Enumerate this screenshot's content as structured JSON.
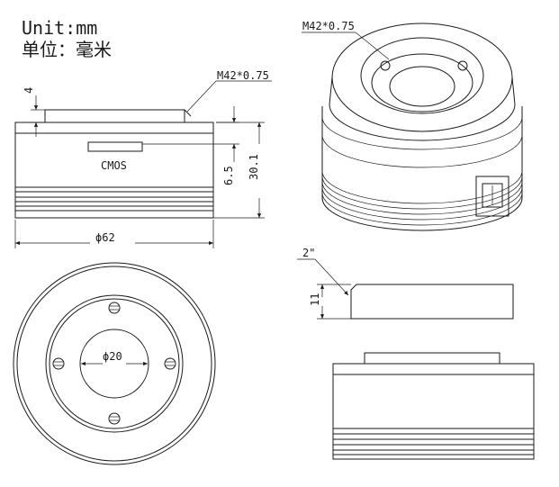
{
  "header": {
    "unit_en": "Unit:mm",
    "unit_cn": "单位：毫米"
  },
  "front_view": {
    "thread_label": "M42*0.75",
    "dim_top": "4",
    "sensor_label": "CMOS",
    "dim_sensor": "6.5",
    "dim_height": "30.1",
    "dim_diameter": "ϕ62"
  },
  "top_view": {
    "dim_inner": "ϕ20"
  },
  "iso_view": {
    "thread_label": "M42*0.75"
  },
  "spacer_view": {
    "thread_label": "2\"",
    "dim_height": "11"
  }
}
